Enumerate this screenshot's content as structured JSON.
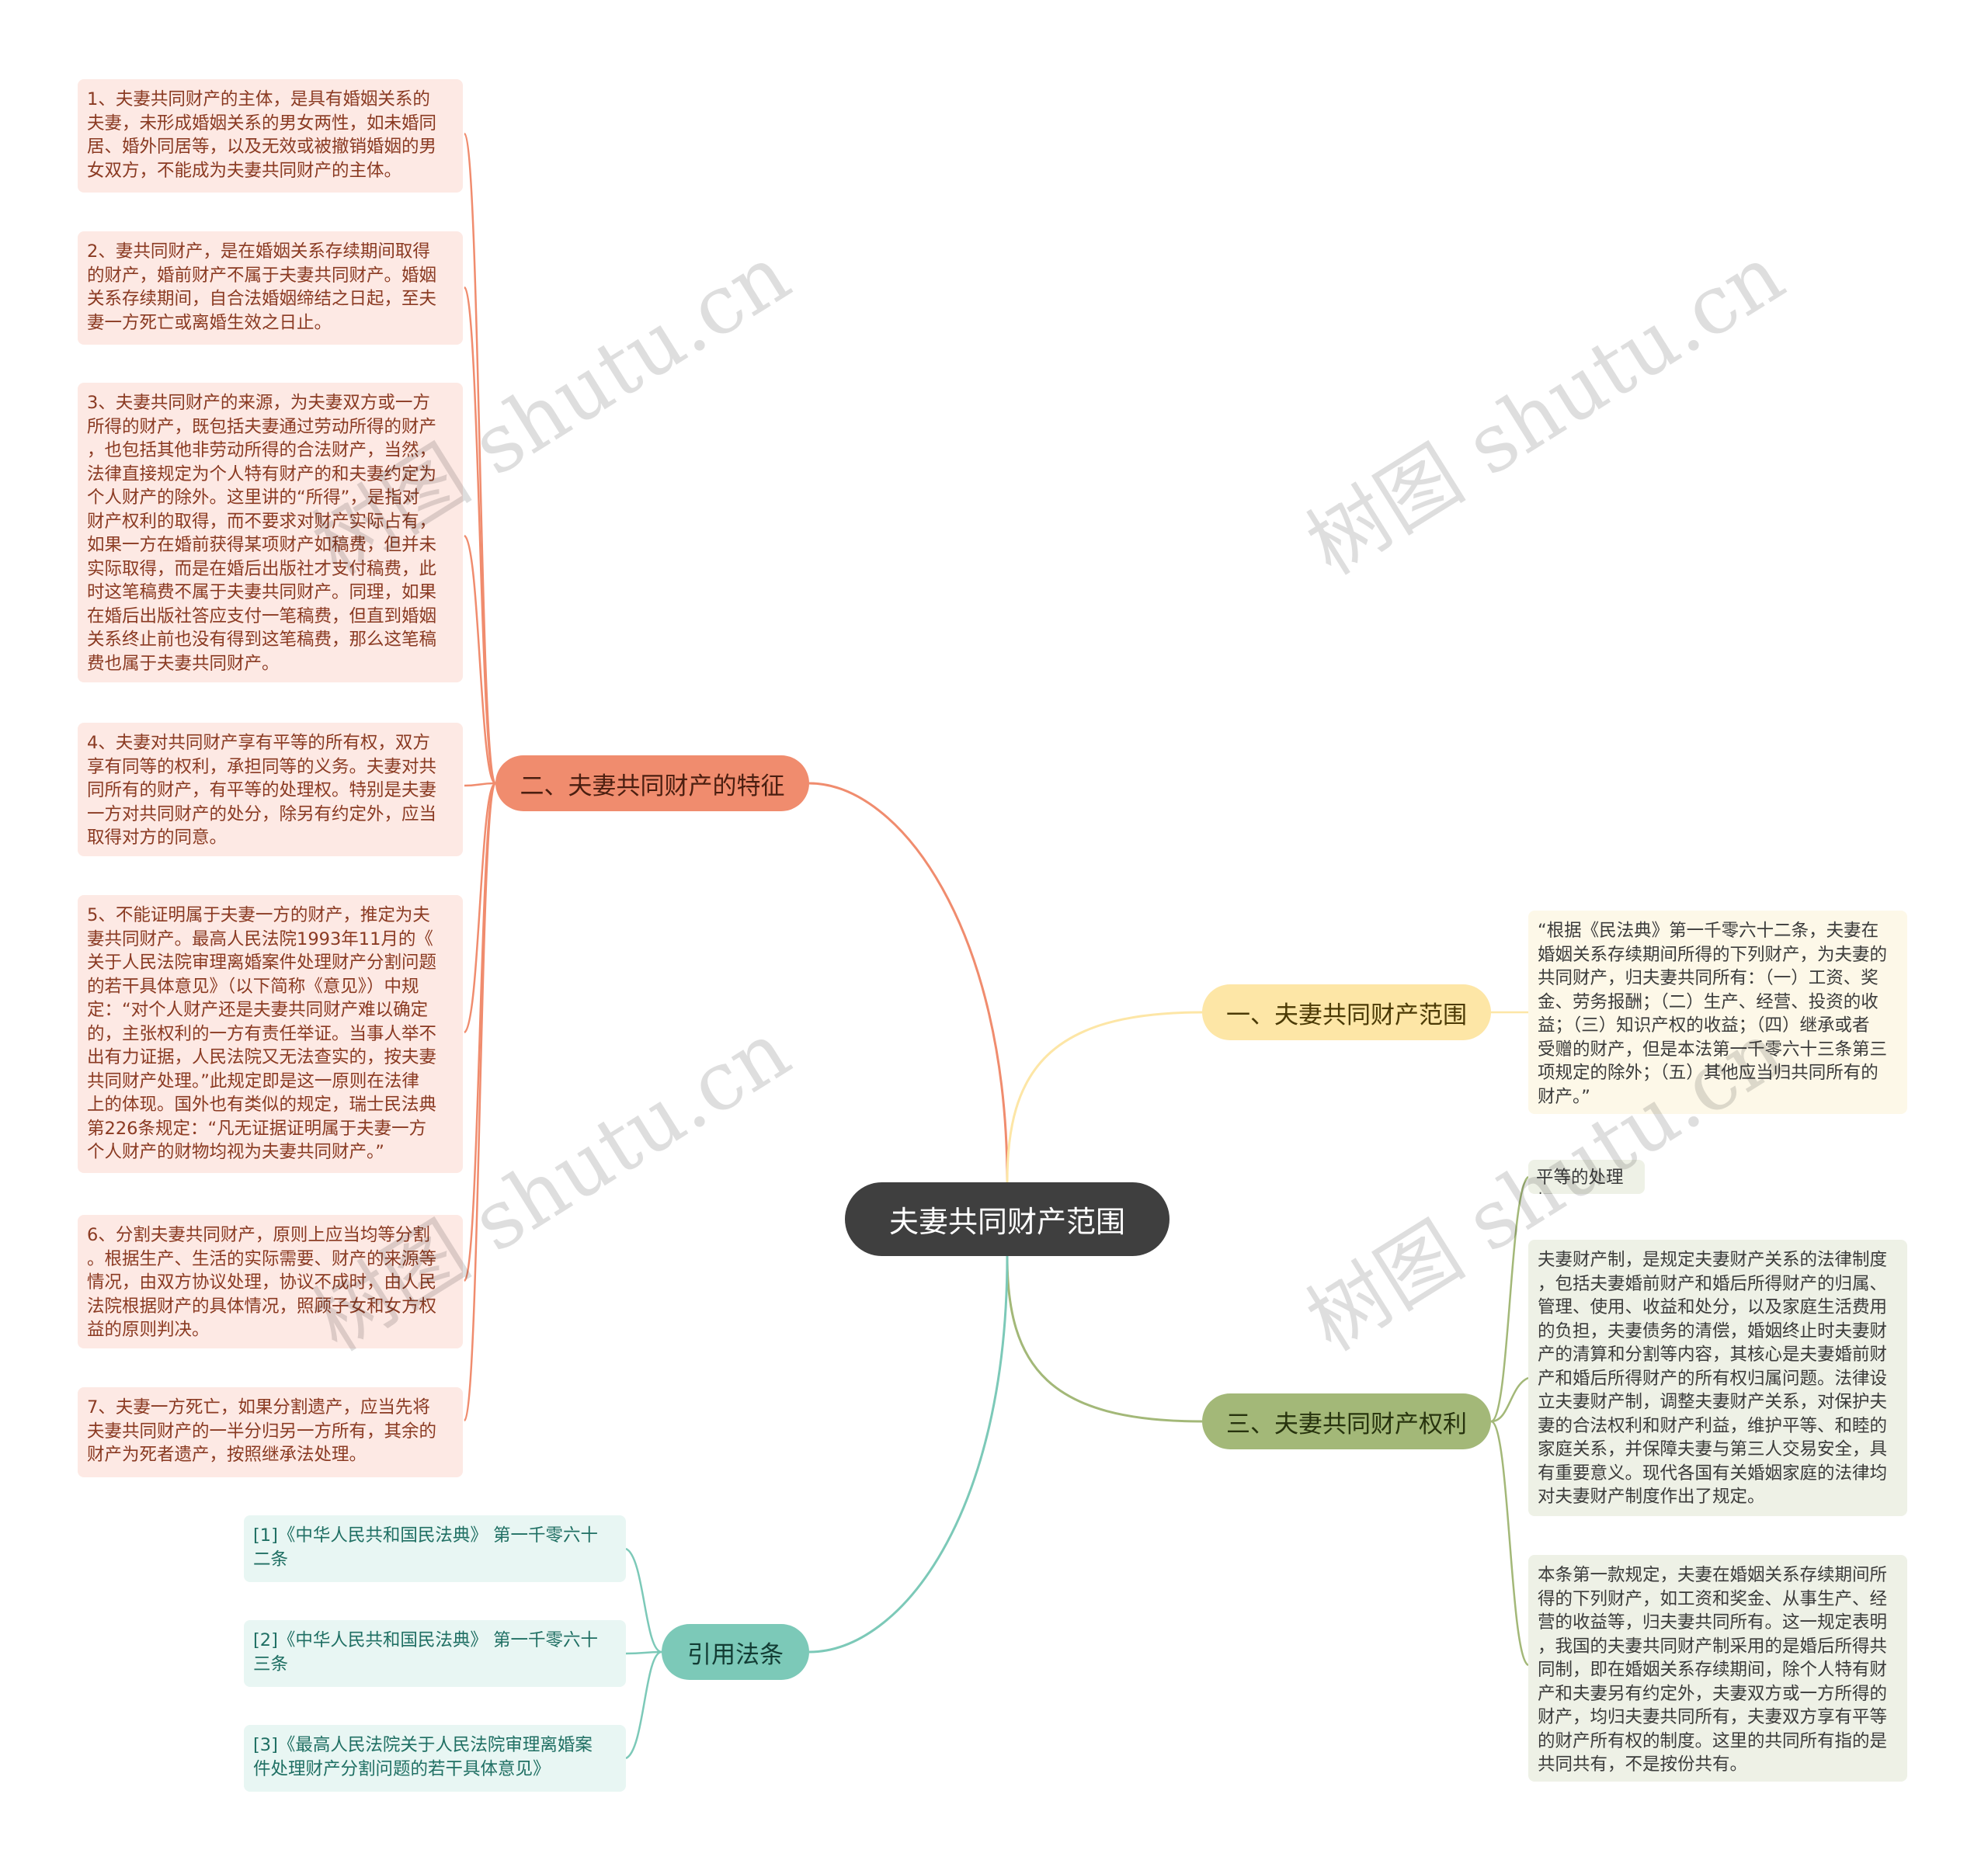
{
  "diagram": {
    "title": "夫妻共同财产范围",
    "branches": {
      "scope": {
        "label": "一、夫妻共同财产范围",
        "leaves": [
          "“根据《民法典》第一千零六十二条，夫妻在\n婚姻关系存续期间所得的下列财产，为夫妻的\n共同财产，归夫妻共同所有：（一）工资、奖\n金、劳务报酬；（二）生产、经营、投资的收\n益；（三）知识产权的收益；（四）继承或者\n受赠的财产，但是本法第一千零六十三条第三\n项规定的除外；（五）其他应当归共同所有的\n财产。”"
        ]
      },
      "features": {
        "label": "二、夫妻共同财产的特征",
        "leaves": [
          "1、夫妻共同财产的主体，是具有婚姻关系的\n夫妻，未形成婚姻关系的男女两性，如未婚同\n居、婚外同居等，以及无效或被撤销婚姻的男\n女双方，不能成为夫妻共同财产的主体。",
          "2、妻共同财产，是在婚姻关系存续期间取得\n的财产，婚前财产不属于夫妻共同财产。婚姻\n关系存续期间，自合法婚姻缔结之日起，至夫\n妻一方死亡或离婚生效之日止。",
          "3、夫妻共同财产的来源，为夫妻双方或一方\n所得的财产，既包括夫妻通过劳动所得的财产\n，也包括其他非劳动所得的合法财产，当然，\n法律直接规定为个人特有财产的和夫妻约定为\n个人财产的除外。这里讲的“所得”，是指对\n财产权利的取得，而不要求对财产实际占有，\n如果一方在婚前获得某项财产如稿费，但并未\n实际取得，而是在婚后出版社才支付稿费，此\n时这笔稿费不属于夫妻共同财产。同理，如果\n在婚后出版社答应支付一笔稿费，但直到婚姻\n关系终止前也没有得到这笔稿费，那么这笔稿\n费也属于夫妻共同财产。",
          "4、夫妻对共同财产享有平等的所有权，双方\n享有同等的权利，承担同等的义务。夫妻对共\n同所有的财产，有平等的处理权。特别是夫妻\n一方对共同财产的处分，除另有约定外，应当\n取得对方的同意。",
          "5、不能证明属于夫妻一方的财产，推定为夫\n妻共同财产。最高人民法院1993年11月的《\n关于人民法院审理离婚案件处理财产分割问题\n的若干具体意见》（以下简称《意见》）中规\n定：“对个人财产还是夫妻共同财产难以确定\n的，主张权利的一方有责任举证。当事人举不\n出有力证据，人民法院又无法查实的，按夫妻\n共同财产处理。”此规定即是这一原则在法律\n上的体现。国外也有类似的规定，瑞士民法典\n第226条规定：“凡无证据证明属于夫妻一方\n个人财产的财物均视为夫妻共同财产。”",
          "6、分割夫妻共同财产，原则上应当均等分割\n。根据生产、生活的实际需要、财产的来源等\n情况，由双方协议处理，协议不成时，由人民\n法院根据财产的具体情况，照顾子女和女方权\n益的原则判决。",
          "7、夫妻一方死亡，如果分割遗产，应当先将\n夫妻共同财产的一半分归另一方所有，其余的\n财产为死者遗产，按照继承法处理。"
        ]
      },
      "rights": {
        "label": "三、夫妻共同财产权利",
        "leaves": [
          "平等的处理权",
          "夫妻财产制，是规定夫妻财产关系的法律制度\n，包括夫妻婚前财产和婚后所得财产的归属、\n管理、使用、收益和处分，以及家庭生活费用\n的负担，夫妻债务的清偿，婚姻终止时夫妻财\n产的清算和分割等内容，其核心是夫妻婚前财\n产和婚后所得财产的所有权归属问题。法律设\n立夫妻财产制，调整夫妻财产关系，对保护夫\n妻的合法权利和财产利益，维护平等、和睦的\n家庭关系，并保障夫妻与第三人交易安全，具\n有重要意义。现代各国有关婚姻家庭的法律均\n对夫妻财产制度作出了规定。",
          "本条第一款规定，夫妻在婚姻关系存续期间所\n得的下列财产，如工资和奖金、从事生产、经\n营的收益等，归夫妻共同所有。这一规定表明\n，我国的夫妻共同财产制采用的是婚后所得共\n同制，即在婚姻关系存续期间，除个人特有财\n产和夫妻另有约定外，夫妻双方或一方所得的\n财产，均归夫妻共同所有，夫妻双方享有平等\n的财产所有权的制度。这里的共同所有指的是\n共同共有，不是按份共有。"
        ]
      },
      "laws": {
        "label": "引用法条",
        "leaves": [
          "[1]《中华人民共和国民法典》 第一千零六十\n二条",
          "[2]《中华人民共和国民法典》 第一千零六十\n三条",
          "[3]《最高人民法院关于人民法院审理离婚案\n件处理财产分割问题的若干具体意见》"
        ]
      }
    },
    "colors": {
      "central": "#3f3f3f",
      "features": "#f08c6e",
      "scope": "#fde6a6",
      "rights": "#a3b878",
      "laws": "#7cc9b8"
    }
  },
  "watermark": "树图 shutu.cn"
}
